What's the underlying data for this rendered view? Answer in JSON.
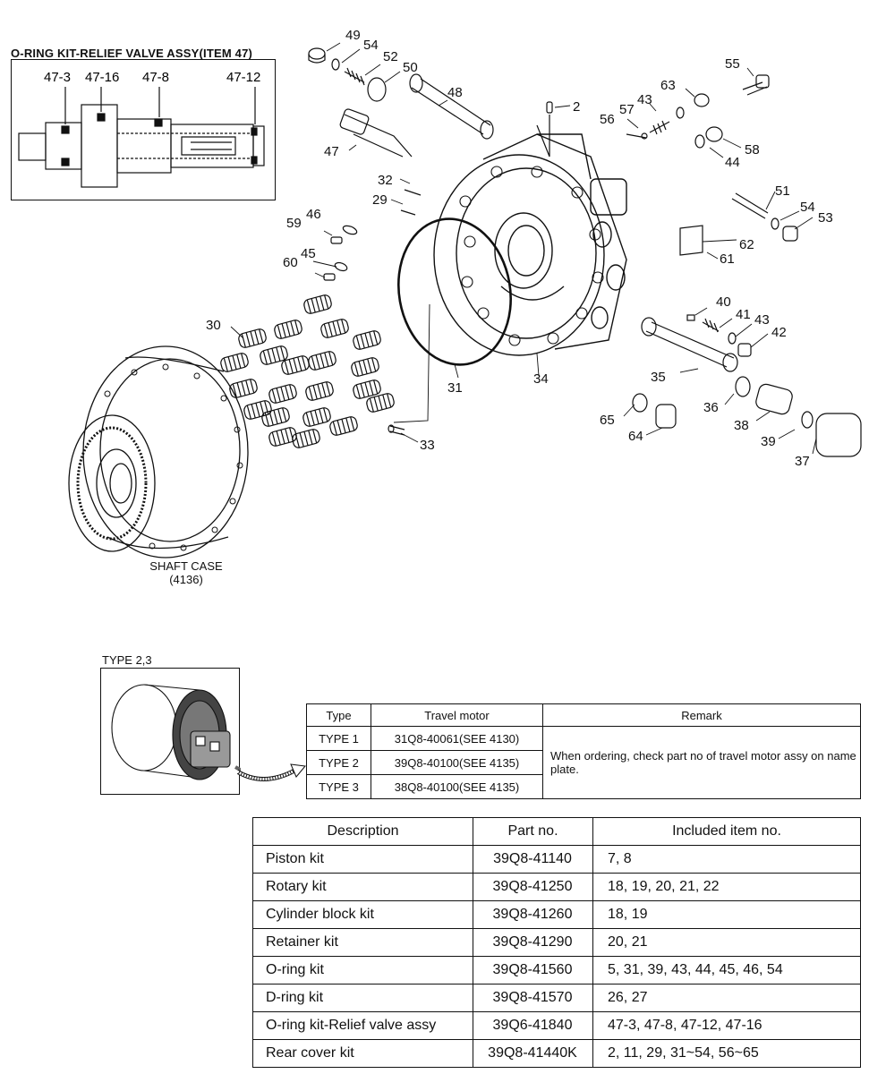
{
  "inset": {
    "title": "O-RING KIT-RELIEF VALVE ASSY(ITEM 47)",
    "labels": [
      "47-3",
      "47-16",
      "47-8",
      "47-12"
    ]
  },
  "callouts": [
    "49",
    "54",
    "52",
    "50",
    "48",
    "2",
    "63",
    "55",
    "57",
    "43",
    "56",
    "58",
    "44",
    "47",
    "32",
    "29",
    "51",
    "54",
    "53",
    "59",
    "46",
    "62",
    "45",
    "60",
    "61",
    "30",
    "40",
    "41",
    "43",
    "42",
    "35",
    "36",
    "38",
    "39",
    "37",
    "31",
    "34",
    "65",
    "64",
    "33"
  ],
  "shaft_case": {
    "label": "SHAFT CASE",
    "code": "(4136)"
  },
  "type23": {
    "label": "TYPE 2,3"
  },
  "type_table": {
    "headers": [
      "Type",
      "Travel motor",
      "Remark"
    ],
    "rows": [
      {
        "type": "TYPE 1",
        "motor": "31Q8-40061(SEE 4130)"
      },
      {
        "type": "TYPE 2",
        "motor": "39Q8-40100(SEE 4135)"
      },
      {
        "type": "TYPE 3",
        "motor": "38Q8-40100(SEE 4135)"
      }
    ],
    "remark": "When ordering, check part no of travel motor assy on name plate."
  },
  "kit_table": {
    "headers": [
      "Description",
      "Part no.",
      "Included item no."
    ],
    "rows": [
      {
        "description": "Piston kit",
        "part": "39Q8-41140",
        "items": "7, 8"
      },
      {
        "description": "Rotary kit",
        "part": "39Q8-41250",
        "items": "18, 19, 20, 21, 22"
      },
      {
        "description": "Cylinder block kit",
        "part": "39Q8-41260",
        "items": "18, 19"
      },
      {
        "description": "Retainer kit",
        "part": "39Q8-41290",
        "items": "20, 21"
      },
      {
        "description": "O-ring kit",
        "part": "39Q8-41560",
        "items": "5, 31, 39, 43, 44, 45, 46, 54"
      },
      {
        "description": "D-ring kit",
        "part": "39Q8-41570",
        "items": "26, 27"
      },
      {
        "description": "O-ring kit-Relief valve assy",
        "part": "39Q6-41840",
        "items": "47-3, 47-8, 47-12, 47-16"
      },
      {
        "description": "Rear cover kit",
        "part": "39Q8-41440K",
        "items": "2, 11, 29, 31~54, 56~65"
      }
    ]
  }
}
